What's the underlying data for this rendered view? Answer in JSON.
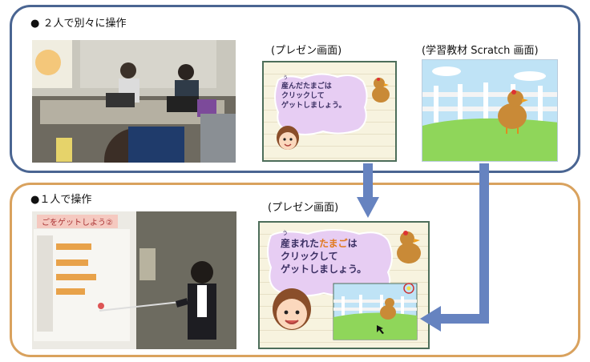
{
  "top_section": {
    "heading": "● ２人で別々に操作",
    "caption_presentation": "(プレゼン画面)",
    "caption_scratch": "(学習教材 Scratch 画面)",
    "slide": {
      "ruby": "う",
      "line1": "産んだたまごは",
      "line2": "クリックして",
      "line3": "ゲットしましょう。"
    }
  },
  "bottom_section": {
    "heading": "●１人で操作",
    "caption_presentation": "(プレゼン画面)",
    "slide": {
      "ruby": "う",
      "line1_black": "産まれた",
      "line1_orange": "たまご",
      "line1_end": "は",
      "line2": "クリックして",
      "line3": "ゲットしましょう。"
    },
    "projected_banner": "ごをゲットしよう②"
  },
  "colors": {
    "top_border": "#4a6592",
    "bottom_border": "#d9a25e",
    "arrow": "#6683c0",
    "slide_border": "#4d6e5a",
    "highlight_text": "#e07a1f"
  }
}
